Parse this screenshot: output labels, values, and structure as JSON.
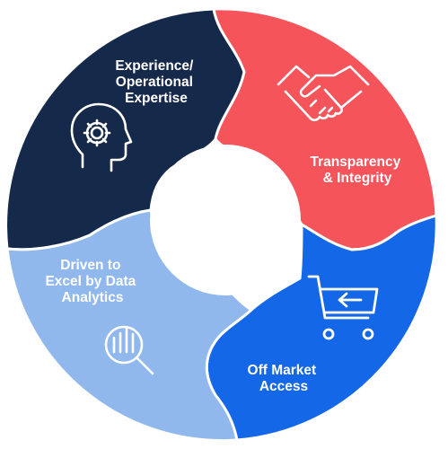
{
  "segments": [
    {
      "id": "experience",
      "lines": [
        "Experience/",
        "Operational",
        "Expertise"
      ],
      "color": "#15294a",
      "icon": "head-gear-icon"
    },
    {
      "id": "transparency",
      "lines": [
        "Transparency",
        "& Integrity"
      ],
      "color": "#f4545a",
      "icon": "handshake-icon"
    },
    {
      "id": "offmarket",
      "lines": [
        "Off Market",
        "Access"
      ],
      "color": "#1467e6",
      "icon": "shopping-cart-icon"
    },
    {
      "id": "analytics",
      "lines": [
        "Driven to",
        "Excel by Data",
        "Analytics"
      ],
      "color": "#91b8ec",
      "icon": "magnifier-bar-chart-icon"
    }
  ],
  "colors": {
    "text": "#ffffff",
    "center": "#ffffff",
    "gap": "#ffffff"
  }
}
